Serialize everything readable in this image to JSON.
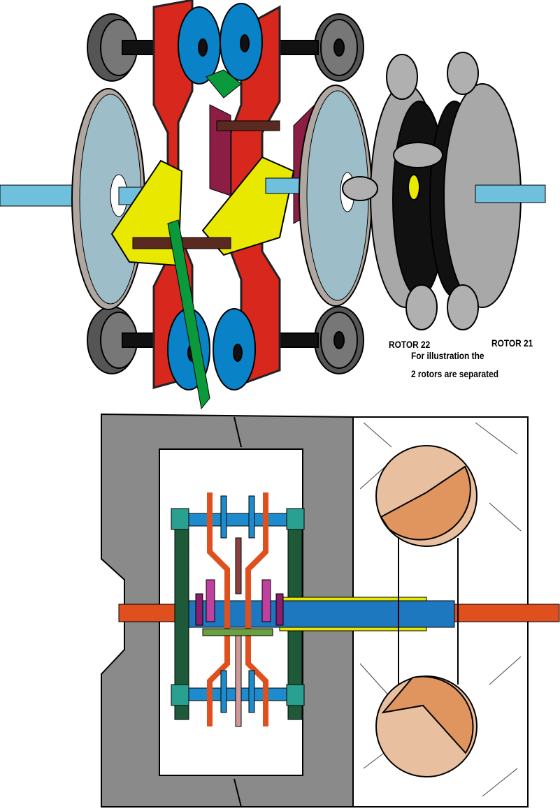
{
  "labels": {
    "rotor_22": "ROTOR 22",
    "rotor_21": "ROTOR 21",
    "note_line1": "For illustration the",
    "note_line2": "2 rotors are separated"
  },
  "colors": {
    "shaft": "#6fc0dc",
    "disk": "#9dbdc8",
    "plate_red": "#d8281e",
    "blue_disk": "#0a82c8",
    "yellow_arm": "#e8e800",
    "maroon": "#8c1e46",
    "green_rod": "#0a9a3c",
    "rotor_gray": "#a8a8a8",
    "frame_gray": "#8a8a8a",
    "orange_shaft": "#e0501e",
    "rotor_section": "#e0a070"
  }
}
